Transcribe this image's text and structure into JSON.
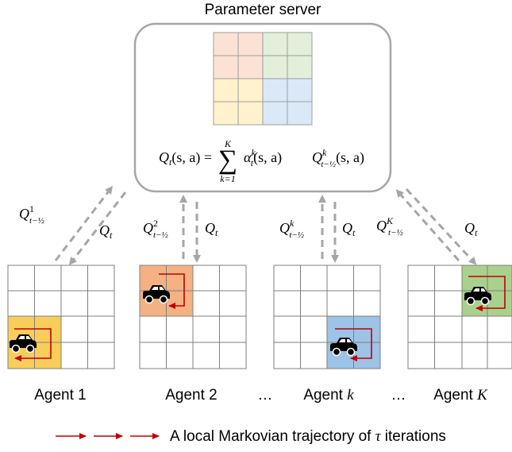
{
  "server": {
    "title": "Parameter server",
    "formula": {
      "lhs_q": "Q",
      "lhs_sub": "t",
      "lhs_args": "(s, a) =",
      "sum_top": "K",
      "sum_bottom": "k=1",
      "alpha": "α",
      "alpha_sup": "k",
      "alpha_sub": "t",
      "alpha_args": "(s, a)",
      "q2": "Q",
      "q2_sup": "k",
      "q2_sub": "t−½",
      "q2_args": "(s, a)"
    }
  },
  "agents": [
    {
      "name": "Agent 1",
      "up_sup": "1",
      "up_sub": "t−½",
      "down_label": "Q",
      "down_sub": "t"
    },
    {
      "name": "Agent 2",
      "up_sup": "2",
      "up_sub": "t−½",
      "down_label": "Q",
      "down_sub": "t"
    },
    {
      "name": "Agent k",
      "up_sup": "k",
      "up_sub": "t−½",
      "down_label": "Q",
      "down_sub": "t"
    },
    {
      "name": "Agent K",
      "up_sup": "K",
      "up_sub": "t−½",
      "down_label": "Q",
      "down_sub": "t"
    }
  ],
  "agent_labels": {
    "a1": "Agent 1",
    "a2": "Agent 2",
    "a3_text": "Agent ",
    "a3_var": "k",
    "a4_text": "Agent ",
    "a4_var": "K",
    "ellipsis": "…"
  },
  "legend": {
    "text_prefix": "A local Markovian trajectory of ",
    "tau": "τ",
    "text_suffix": " iterations"
  },
  "colors": {
    "orange_light": "#fbe2d5",
    "green_light": "#e2efda",
    "yellow_light": "#fff2cc",
    "blue_light": "#dae8f7",
    "yellow": "#f8cd5a",
    "orange": "#f4b183",
    "blue": "#9dc3e6",
    "green": "#a9d18e",
    "arrow_red": "#c00000",
    "dash_gray": "#a6a6a6",
    "grid": "#7f7f7f"
  },
  "icons": {
    "car": "car-icon"
  }
}
